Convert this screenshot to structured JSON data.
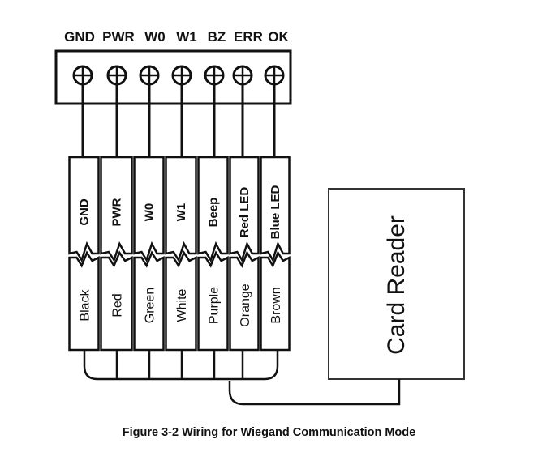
{
  "terminal_block": {
    "labels": [
      "GND",
      "PWR",
      "W0",
      "W1",
      "BZ",
      "ERR",
      "OK"
    ]
  },
  "connector_strips": [
    {
      "signal": "GND",
      "wire_color": "Black"
    },
    {
      "signal": "PWR",
      "wire_color": "Red"
    },
    {
      "signal": "W0",
      "wire_color": "Green"
    },
    {
      "signal": "W1",
      "wire_color": "White"
    },
    {
      "signal": "Beep",
      "wire_color": "Purple"
    },
    {
      "signal": "Red LED",
      "wire_color": "Orange"
    },
    {
      "signal": "Blue LED",
      "wire_color": "Brown"
    }
  ],
  "card_reader": {
    "label": "Card Reader"
  },
  "caption": "Figure 3-2 Wiring for Wiegand Communication Mode",
  "colors": {
    "line": "#111111",
    "background": "#ffffff"
  }
}
